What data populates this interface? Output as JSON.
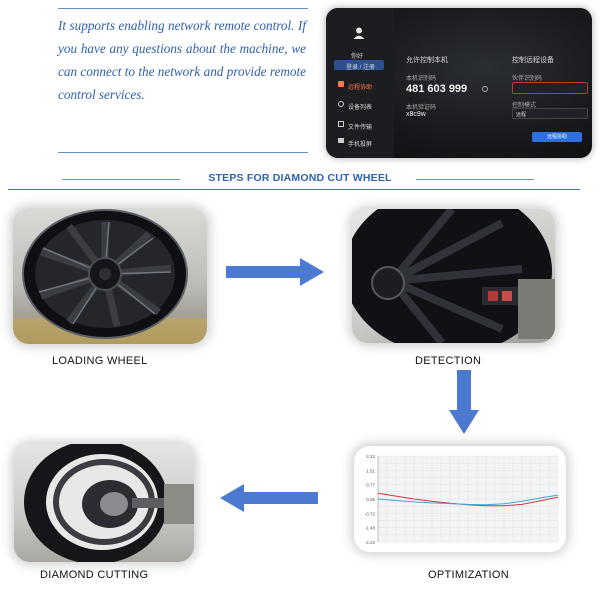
{
  "intro": {
    "text": "It supports enabling network remote control. If you have any questions about the machine, we can connect to the network and provide remote control services."
  },
  "remote_screen": {
    "nav_items": [
      "你好",
      "登录 / 注册",
      "远程协助",
      "设备列表",
      "文件传输",
      "手机投屏"
    ],
    "allow_title": "允许控制本机",
    "control_title": "控制远程设备",
    "local_id_label": "本机识别码",
    "local_id": "481 603 999",
    "password_label": "本机验证码",
    "password": "x8c9w",
    "partner_label": "伙伴识别码",
    "mode_label": "控制模式",
    "mode_value": "远程",
    "connect_button": "远程协助"
  },
  "section": {
    "title": "STEPS FOR DIAMOND CUT WHEEL"
  },
  "steps": [
    {
      "label": "LOADING WHEEL"
    },
    {
      "label": "DETECTION"
    },
    {
      "label": "OPTIMIZATION"
    },
    {
      "label": "DIAMOND CUTTING"
    }
  ],
  "colors": {
    "accent_blue": "#2f62b5",
    "arrow_blue": "#4b7ad0",
    "line_red": "#d9363e",
    "line_cyan": "#3aa7d9"
  },
  "chart_data": {
    "type": "line",
    "title": "",
    "xlabel": "",
    "ylabel": "",
    "y_ticks": [
      "2.22",
      "1.51",
      "0.77",
      "0.05",
      "-0.72",
      "-1.48",
      "-2.22"
    ],
    "ylim": [
      -2.22,
      2.22
    ],
    "x": [
      0,
      1,
      2,
      3,
      4,
      5,
      6,
      7,
      8,
      9,
      10
    ],
    "series": [
      {
        "color": "#d9363e",
        "values": [
          0.3,
          0.15,
          0.0,
          -0.12,
          -0.22,
          -0.3,
          -0.35,
          -0.35,
          -0.28,
          -0.1,
          0.1
        ]
      },
      {
        "color": "#3aa7d9",
        "values": [
          0.0,
          -0.08,
          -0.15,
          -0.2,
          -0.24,
          -0.28,
          -0.3,
          -0.25,
          -0.12,
          0.05,
          0.2
        ]
      }
    ],
    "grid": true
  }
}
